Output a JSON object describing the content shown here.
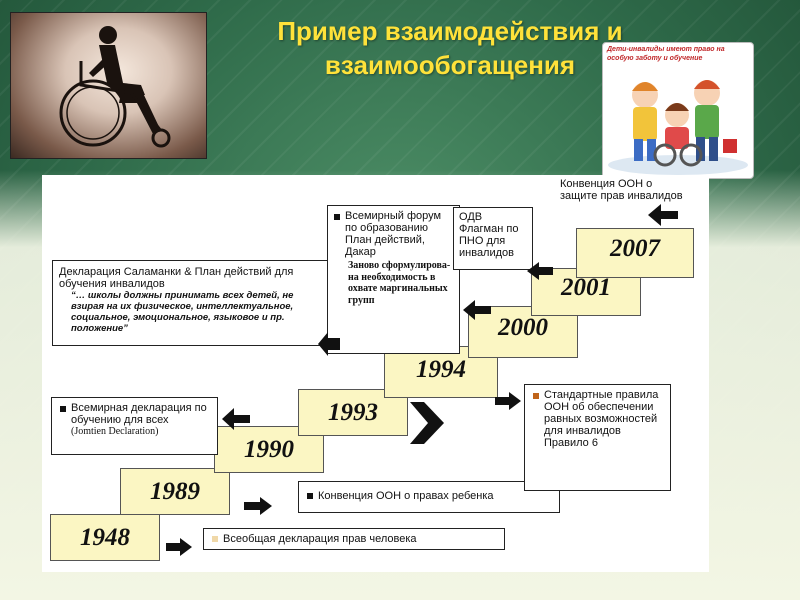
{
  "title": "Пример взаимодействия и взаимообогащения",
  "poster_caption": "Дети-инвалиды имеют право на особую заботу и обучение",
  "years": [
    "1948",
    "1989",
    "1990",
    "1993",
    "1994",
    "2000",
    "2001",
    "2007"
  ],
  "boxes": {
    "udhr": "Всеобщая декларация прав человека",
    "crc": "Конвенция ООН о правах ребенка",
    "jomtien": "Всемирная декларация по обучению для всех",
    "jomtien_note": "(Jomtien Declaration)",
    "standard_rules": "Стандартные правила ООН об обеспечении равных возможностей для инвалидов",
    "standard_rules_note": "Правило 6",
    "salamanca": "Декларация Саламанки & План действий для обучения инвалидов",
    "salamanca_quote": "“… школы должны принимать всех детей, не взирая на их физическое, интеллектуальное, социальное, эмоциональное, языковое и пр. положение”",
    "dakar": "Всемирный форум по образованию План действий, Дакар",
    "dakar_note": "Заново сформулирова-на необходимость в охвате маргинальных групп",
    "flagship": "ОДВ Флагман по ПНО для инвалидов",
    "convention": "Конвенция ООН о защите прав инвалидов"
  },
  "colors": {
    "title": "#ffe23a",
    "year_fill": "#fbf6c3",
    "bullet_standard_rules": "#c0641a",
    "bullet_udhr": "#f0d8a8"
  }
}
